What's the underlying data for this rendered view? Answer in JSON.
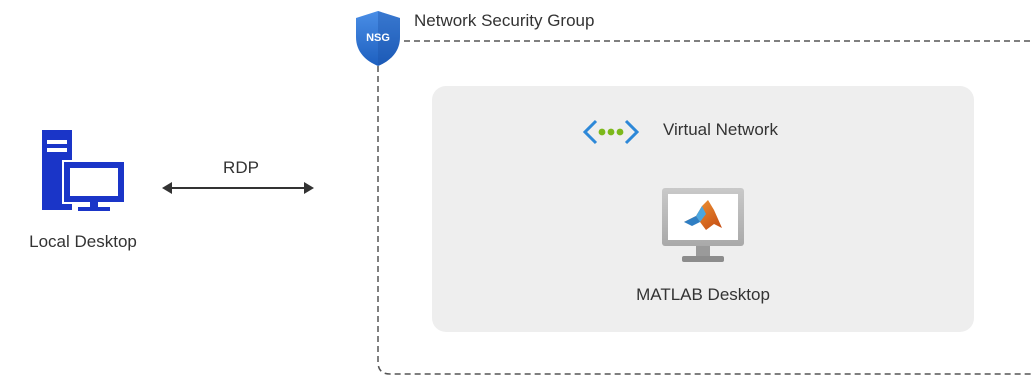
{
  "local": {
    "label": "Local Desktop"
  },
  "connection": {
    "label": "RDP"
  },
  "nsg": {
    "label": "Network Security Group",
    "badge": "NSG"
  },
  "vnet": {
    "label": "Virtual Network"
  },
  "matlab": {
    "label": "MATLAB Desktop"
  },
  "colors": {
    "computer_blue": "#1a35c8",
    "shield_blue": "#2a6fd4",
    "vnet_chevron": "#2d88d8",
    "vnet_dots": "#7cb81b",
    "panel_gray": "#eeeeee",
    "dashed_border": "#555555"
  },
  "icons": {
    "local": "desktop-computer-icon",
    "nsg": "shield-icon",
    "vnet": "virtual-network-icon",
    "matlab": "matlab-monitor-icon"
  }
}
